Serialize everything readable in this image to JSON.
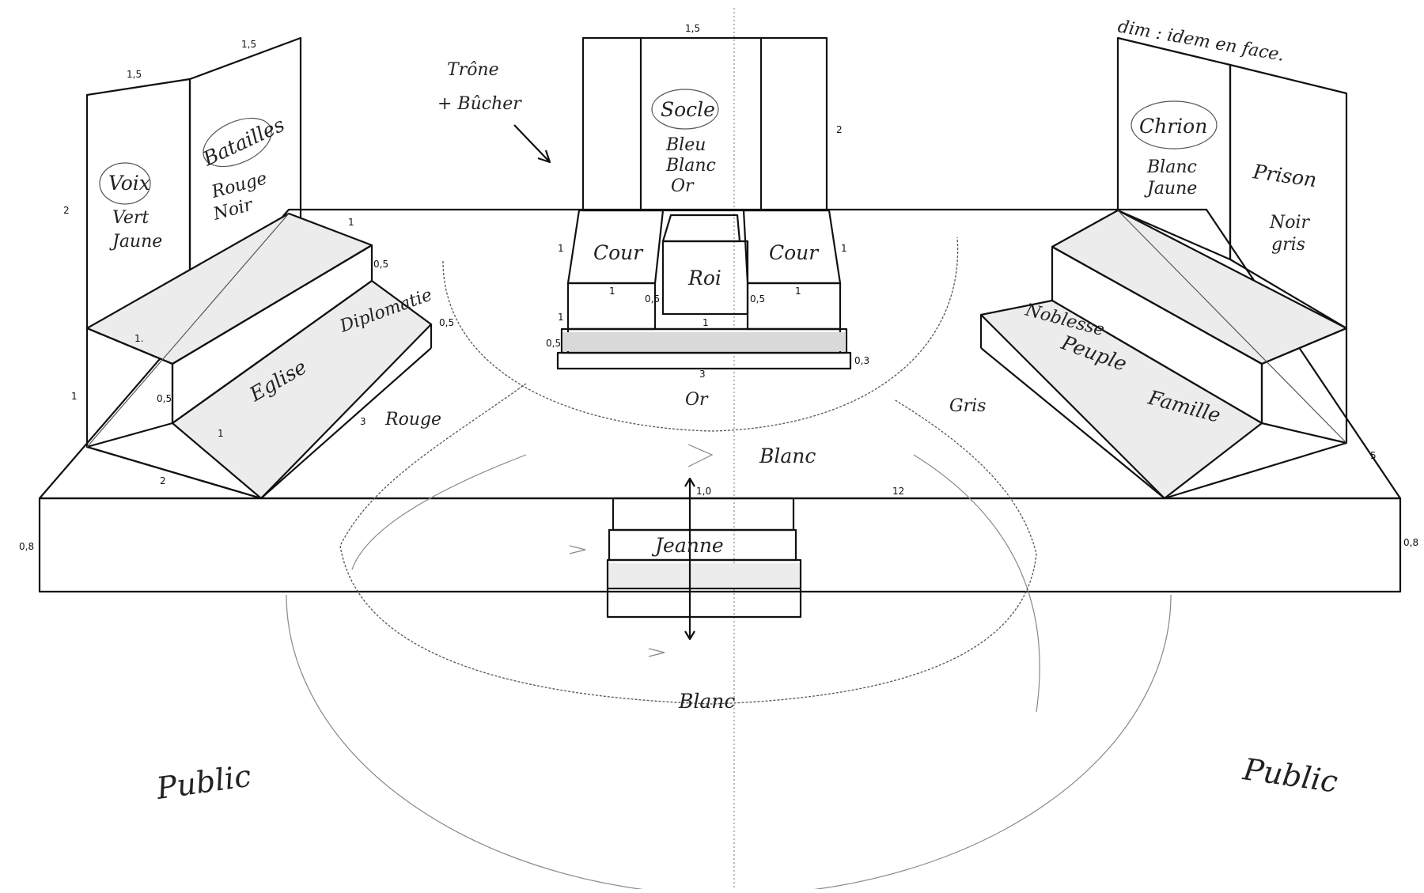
{
  "labels": {
    "voix": "Voix",
    "voix_colors_1": "Vert",
    "voix_colors_2": "Jaune",
    "batailles": "Batailles",
    "batailles_colors_1": "Rouge",
    "batailles_colors_2": "Noir",
    "eglise": "Eglise",
    "diplomatie": "Diplomatie",
    "rouge": "Rouge",
    "trone_1": "Trône",
    "trone_2": "+ Bûcher",
    "socle": "Socle",
    "socle_colors_1": "Bleu",
    "socle_colors_2": "Blanc",
    "socle_colors_3": "Or",
    "cour_left": "Cour",
    "cour_right": "Cour",
    "roi": "Roi",
    "or": "Or",
    "blanc_mid": "Blanc",
    "blanc_bottom": "Blanc",
    "gris": "Gris",
    "jeanne": "Jeanne",
    "note_dim": "dim : idem en face.",
    "chrion": "Chrion",
    "chrion_colors_1": "Blanc",
    "chrion_colors_2": "Jaune",
    "prison": "Prison",
    "prison_colors_1": "Noir",
    "prison_colors_2": "gris",
    "noblesse": "Noblesse",
    "peuple": "Peuple",
    "famille": "Famille",
    "public_left": "Public",
    "public_right": "Public"
  },
  "dimensions": {
    "d_1_5_a": "1,5",
    "d_1_5_b": "1,5",
    "d_2_left": "2",
    "d_1_top": "1",
    "d_0_5_a": "0,5",
    "d_0_5_b": "0,5",
    "d_1_step": "1.",
    "d_0_5_c": "0,5",
    "d_1_left": "1",
    "d_1_bot": "1",
    "d_3": "3",
    "d_2_bot": "2",
    "d_1_5_c": "1,5",
    "d_2_right": "2",
    "d_1_c_l": "1",
    "d_1_c_r": "1",
    "d_1_c_l2": "1",
    "d_1_c_r2": "1",
    "d_0_5_roi_l": "0,5",
    "d_0_5_roi_r": "0,5",
    "d_1_base_l": "1",
    "d_1_base": "1",
    "d_0_5_base": "0,5",
    "d_0_3": "0,3",
    "d_3_base": "3",
    "d_1_0": "1,0",
    "d_12": "12",
    "d_5": "5",
    "d_0_8_l": "0,8",
    "d_0_8_r": "0,8"
  }
}
